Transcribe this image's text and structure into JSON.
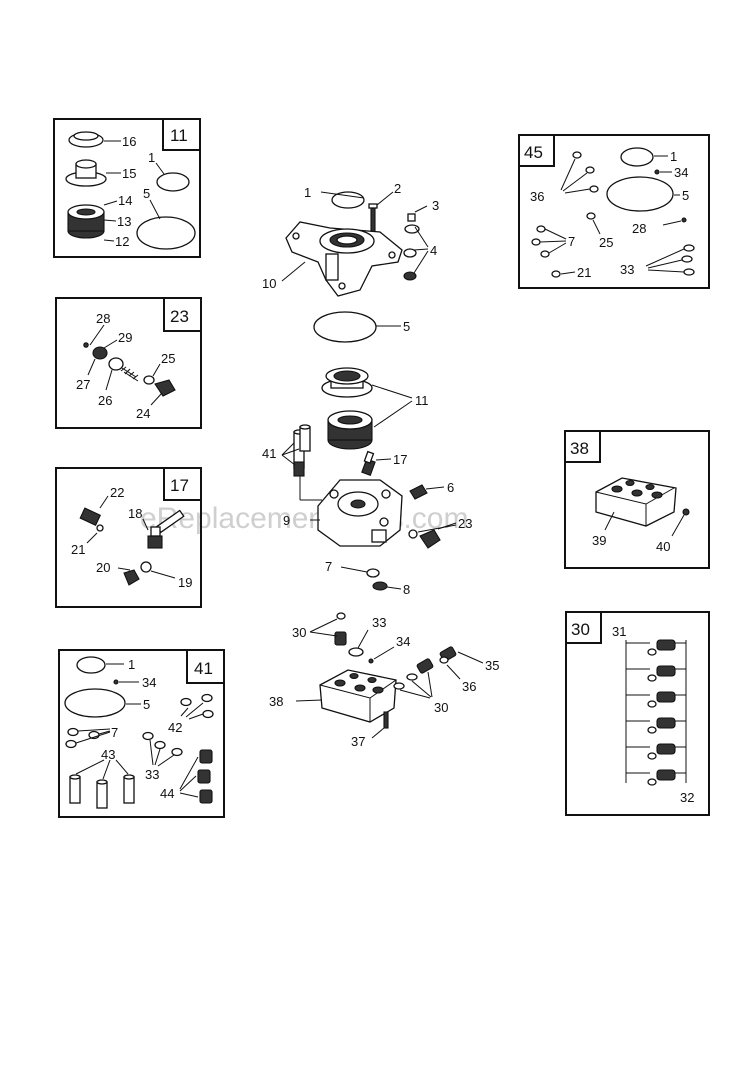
{
  "watermark": "eReplacementParts.com",
  "kits": {
    "k11": "11",
    "k23": "23",
    "k17": "17",
    "k41": "41",
    "k45": "45",
    "k38": "38",
    "k30": "30"
  },
  "labels": {
    "main": {
      "p1": "1",
      "p2": "2",
      "p3": "3",
      "p4": "4",
      "p10": "10",
      "p5": "5",
      "p11": "11",
      "p41": "41",
      "p17": "17",
      "p6": "6",
      "p9": "9",
      "p23": "23",
      "p7": "7",
      "p8": "8",
      "p30a": "30",
      "p33": "33",
      "p34": "34",
      "p35": "35",
      "p36": "36",
      "p38": "38",
      "p30b": "30",
      "p37": "37"
    },
    "k11": {
      "p16": "16",
      "p15": "15",
      "p14": "14",
      "p13": "13",
      "p12": "12",
      "p1": "1",
      "p5": "5"
    },
    "k23": {
      "p28": "28",
      "p29": "29",
      "p25": "25",
      "p27": "27",
      "p26": "26",
      "p24": "24"
    },
    "k17": {
      "p22": "22",
      "p18": "18",
      "p21": "21",
      "p20": "20",
      "p19": "19"
    },
    "k41": {
      "p1": "1",
      "p34": "34",
      "p5": "5",
      "p7": "7",
      "p42": "42",
      "p43": "43",
      "p33": "33",
      "p44": "44"
    },
    "k45": {
      "p1": "1",
      "p34": "34",
      "p36": "36",
      "p5": "5",
      "p28": "28",
      "p7": "7",
      "p25": "25",
      "p33": "33",
      "p21": "21"
    },
    "k38": {
      "p39": "39",
      "p40": "40"
    },
    "k30": {
      "p31": "31",
      "p32": "32"
    }
  }
}
